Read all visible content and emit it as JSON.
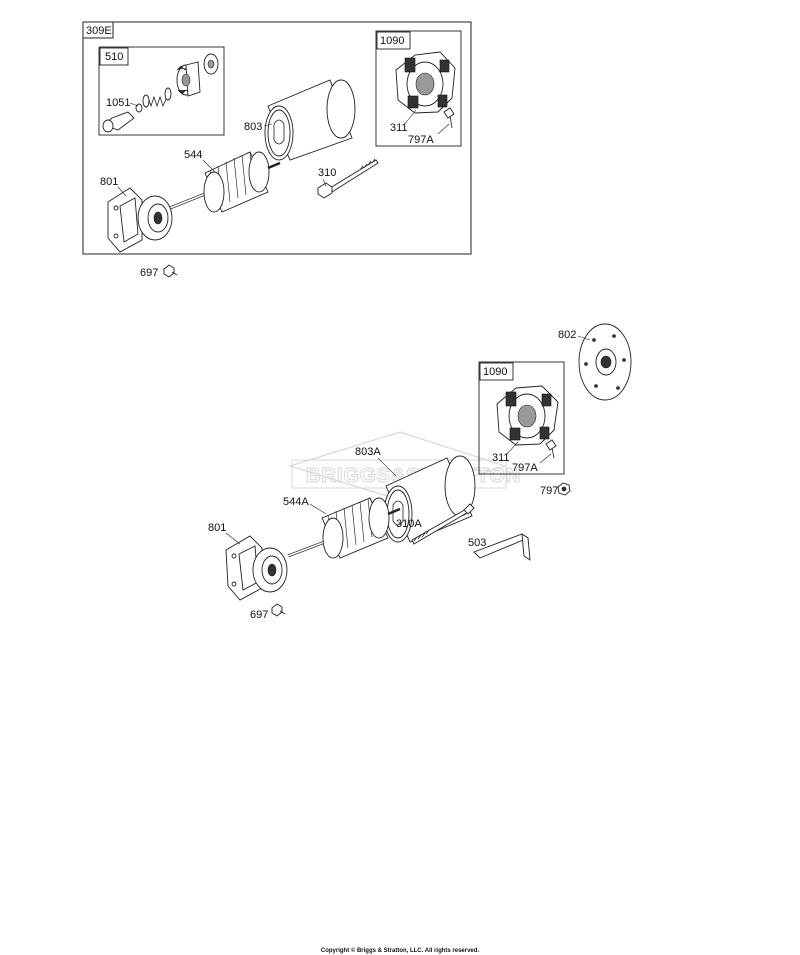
{
  "groups": {
    "outer_kit": "309E",
    "drive_kit": "510",
    "brush_kit_top": "1090",
    "brush_kit_bottom": "1090"
  },
  "labels": {
    "p1051": "1051",
    "p803": "803",
    "p311_top": "311",
    "p797a_top": "797A",
    "p544": "544",
    "p310": "310",
    "p801_top": "801",
    "p697_top": "697",
    "p802": "802",
    "p311_bottom": "311",
    "p797a_bottom": "797A",
    "p797": "797",
    "p803a": "803A",
    "p544a": "544A",
    "p310a": "310A",
    "p503": "503",
    "p801_bottom": "801",
    "p697_bottom": "697"
  },
  "watermark": "BRIGGS&STRATTON",
  "footer": {
    "copyright": "Copyright © Briggs & Stratton, LLC. All rights reserved."
  }
}
